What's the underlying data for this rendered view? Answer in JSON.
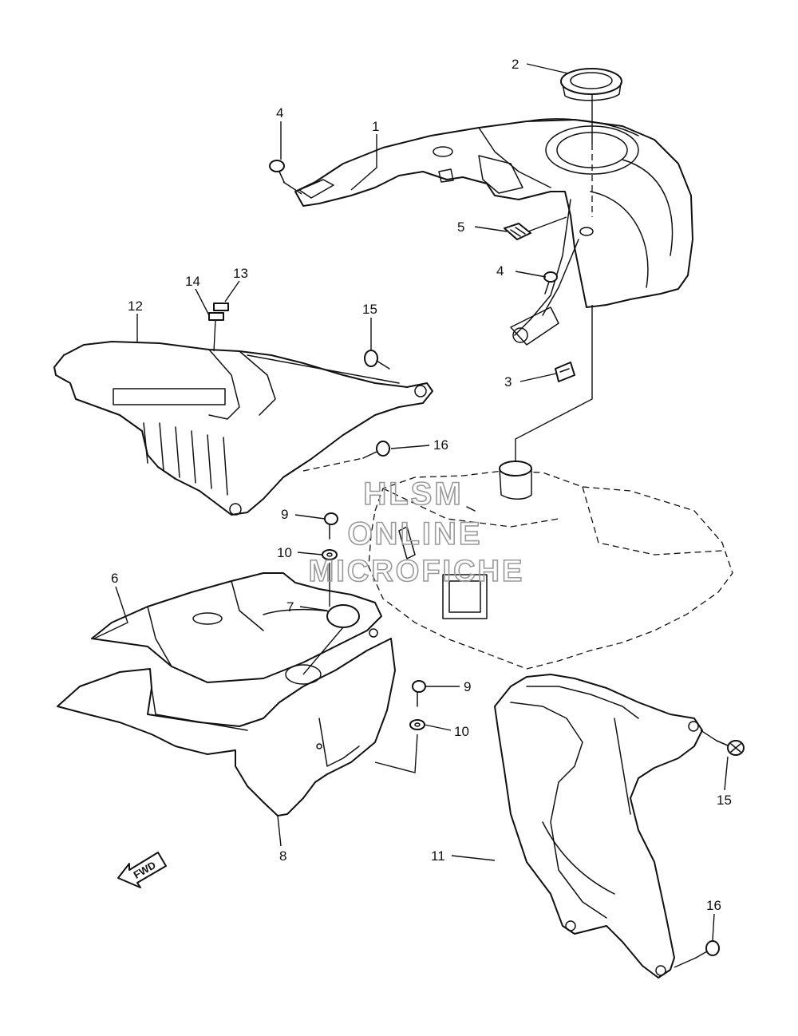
{
  "watermark": {
    "line1": "HLSM",
    "line2": "ONLINE",
    "line3": "MICROFICHE"
  },
  "fwd_label": "FWD",
  "callouts": {
    "c1": "1",
    "c2": "2",
    "c3": "3",
    "c4a": "4",
    "c4b": "4",
    "c5": "5",
    "c6": "6",
    "c7": "7",
    "c8": "8",
    "c9a": "9",
    "c9b": "9",
    "c10a": "10",
    "c10b": "10",
    "c11": "11",
    "c12": "12",
    "c13": "13",
    "c14": "14",
    "c15a": "15",
    "c15b": "15",
    "c16a": "16",
    "c16b": "16"
  }
}
